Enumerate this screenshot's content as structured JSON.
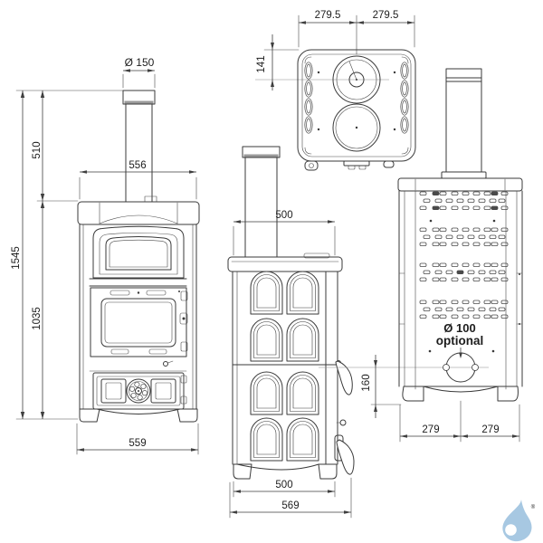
{
  "views": {
    "front": {
      "dims": {
        "flue_diameter": "Ø 150",
        "chimney_height": "510",
        "total_height": "1545",
        "body_height": "1035",
        "top_width": "556",
        "base_width": "559"
      }
    },
    "top": {
      "dims": {
        "left_half_depth": "279.5",
        "right_half_depth": "279.5",
        "flue_center_offset": "141"
      }
    },
    "side": {
      "dims": {
        "top_depth": "500",
        "base_depth": "500",
        "total_depth": "569"
      }
    },
    "rear": {
      "dims": {
        "optional_flue_diameter": "Ø 100",
        "optional_flue_note": "optional",
        "optional_flue_height": "160",
        "base_left_half": "279",
        "base_right_half": "279"
      }
    }
  },
  "logo": {
    "registered_mark": "®",
    "color": "#a7c8e2"
  }
}
